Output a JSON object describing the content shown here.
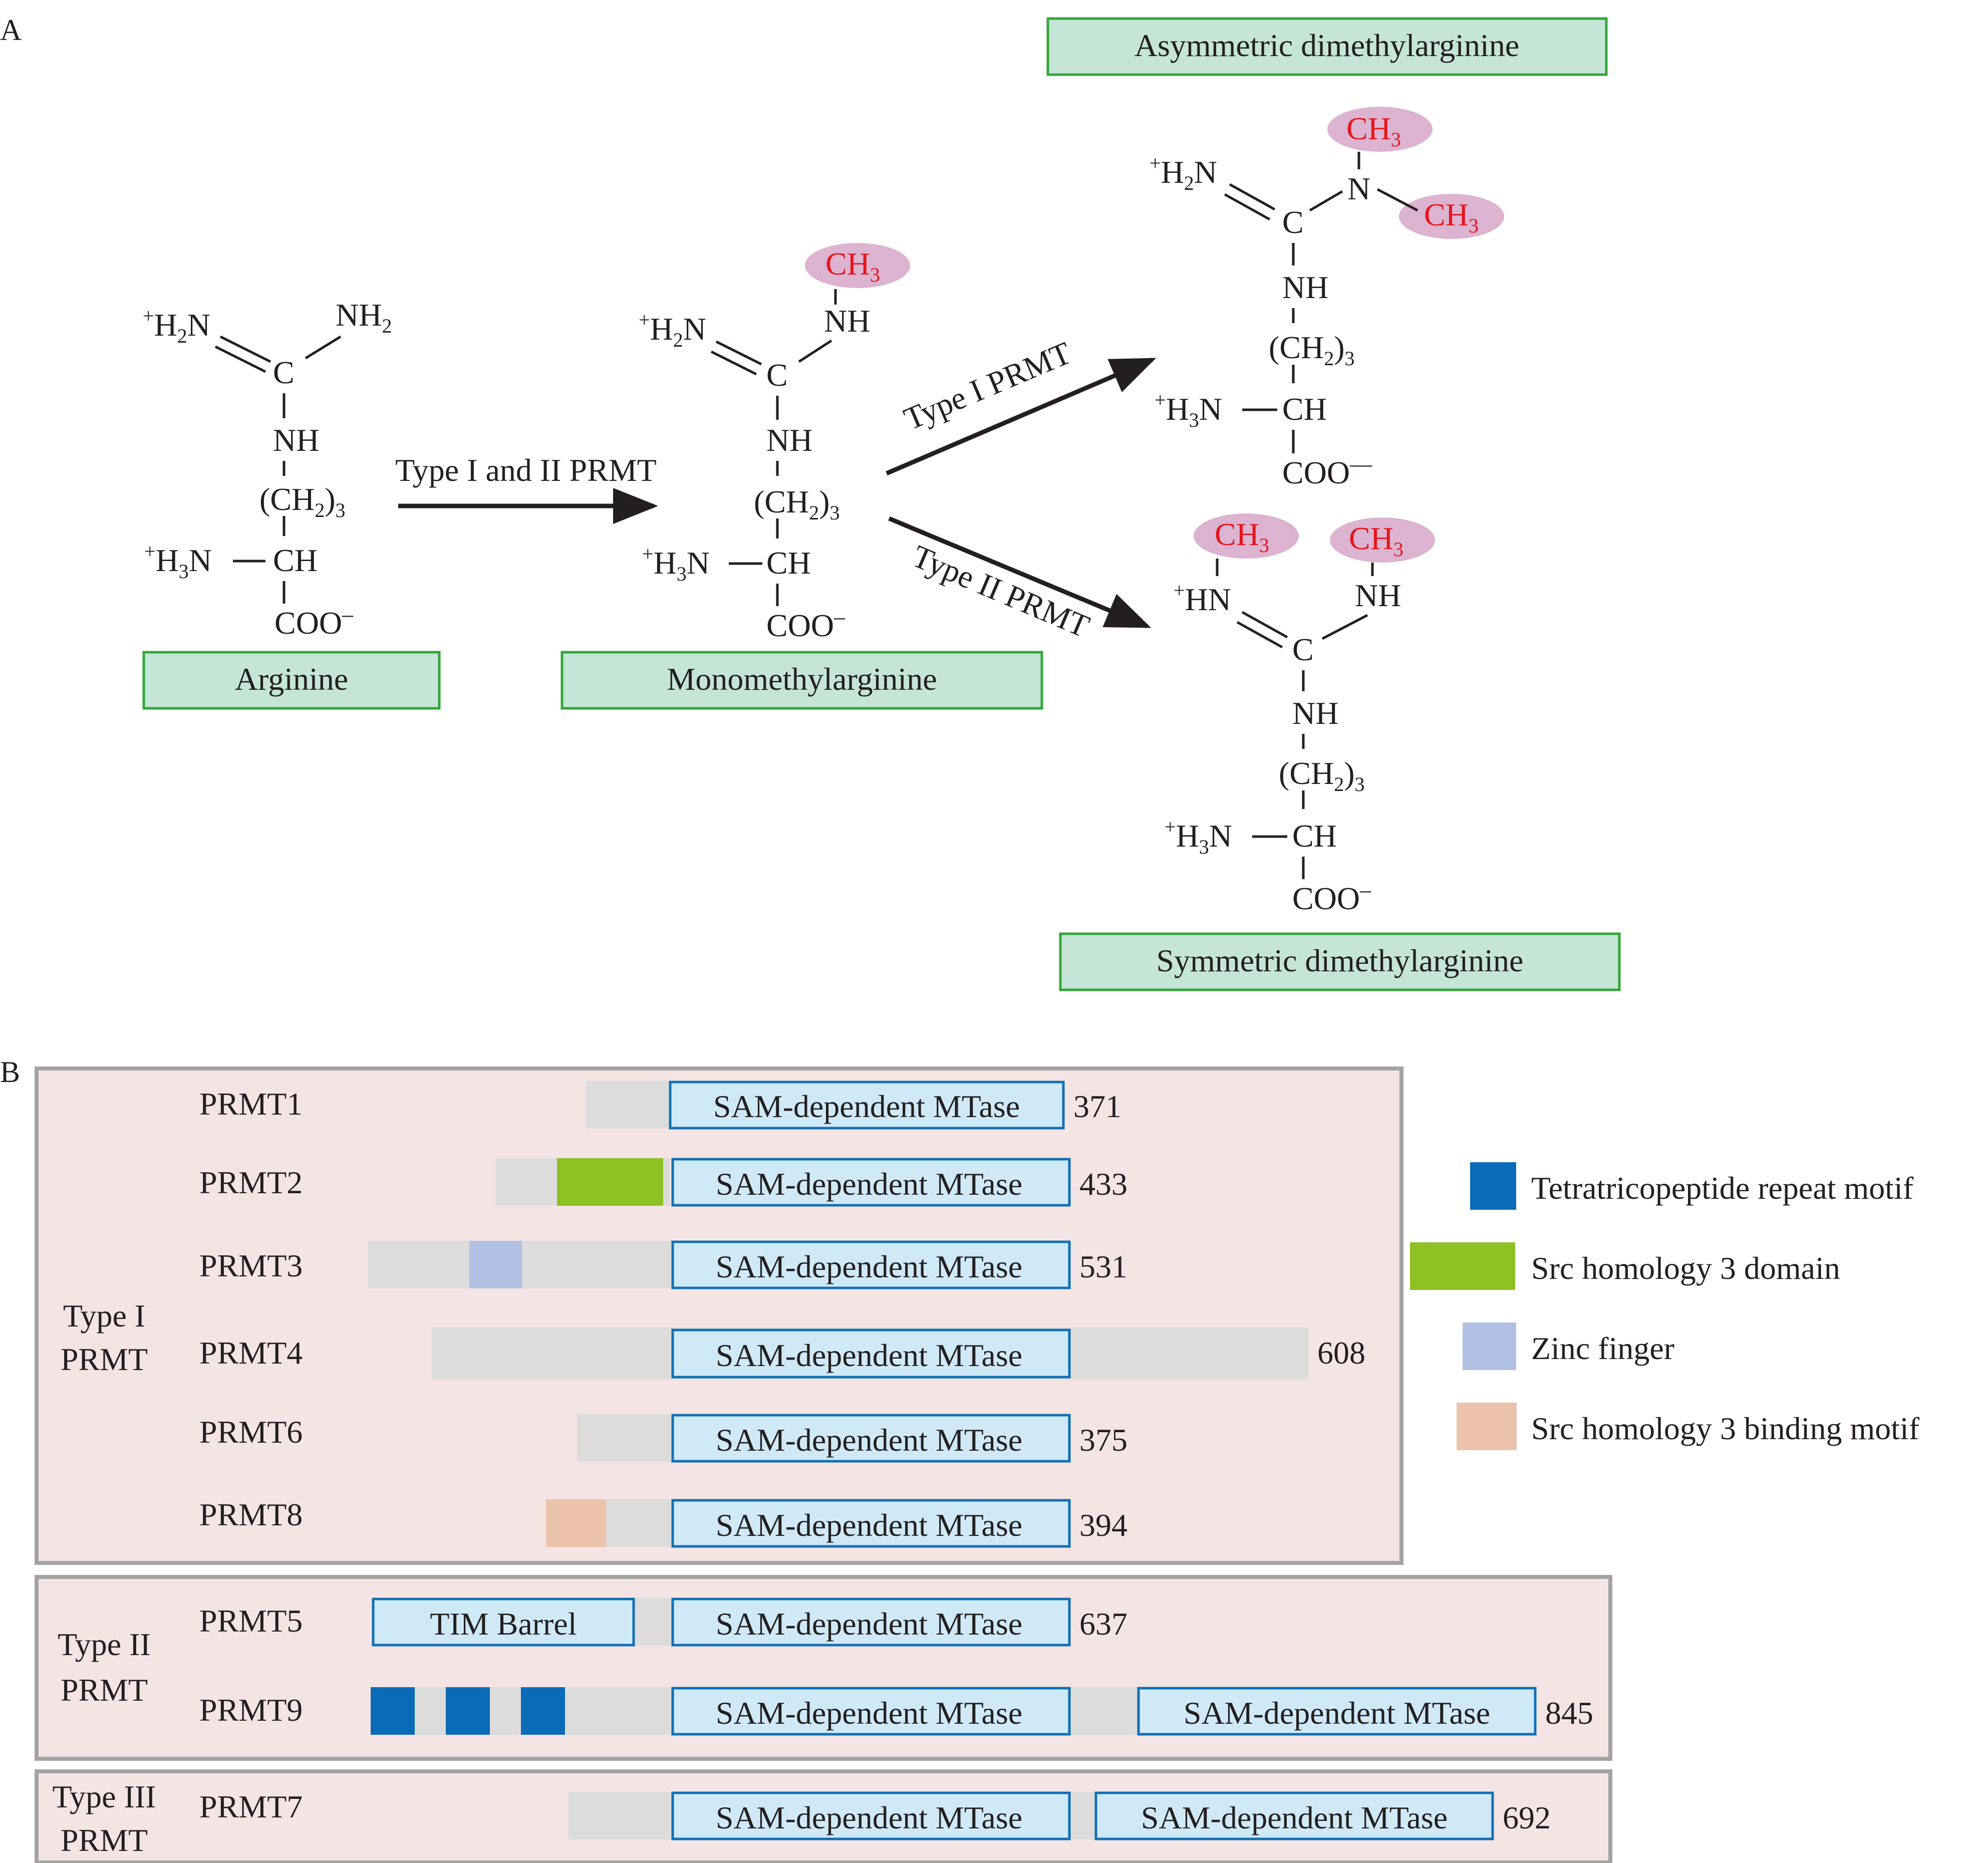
{
  "panel_a": {
    "label": "A",
    "compounds": {
      "arginine": "Arginine",
      "mma": "Monomethylarginine",
      "adma": "Asymmetric dimethylarginine",
      "sdma": "Symmetric dimethylarginine"
    },
    "reactions": {
      "step1": "Type I and II PRMT",
      "type1": "Type I PRMT",
      "type2": "Type II PRMT"
    },
    "atoms": {
      "c": "C",
      "nh": "NH",
      "nh_base": "NH",
      "ch2_base": "(CH",
      "ch": "CH",
      "coo": "COO",
      "h2n_base": "N",
      "h3n_base": "N",
      "hn_base": "HN",
      "n": "N",
      "ch3_base": "CH"
    },
    "charges": {
      "plus": "+",
      "minus": "–",
      "minus_long": "—"
    },
    "subscripts": {
      "two": "2",
      "three": "3"
    },
    "colors": {
      "methyl_text": "#e8141c",
      "methyl_fill": "#dcb3d0",
      "name_box_fill": "#c5e5d6",
      "name_box_border": "#33a637"
    }
  },
  "panel_b": {
    "label": "B",
    "domain_label": "SAM-dependent MTase",
    "tim_label": "TIM Barrel",
    "groups": {
      "type1": [
        "Type I",
        "PRMT"
      ],
      "type2": [
        "Type II",
        "PRMT"
      ],
      "type3": [
        "Type III",
        "PRMT"
      ]
    },
    "proteins": [
      {
        "name": "PRMT1",
        "length": "371"
      },
      {
        "name": "PRMT2",
        "length": "433"
      },
      {
        "name": "PRMT3",
        "length": "531"
      },
      {
        "name": "PRMT4",
        "length": "608"
      },
      {
        "name": "PRMT6",
        "length": "375"
      },
      {
        "name": "PRMT8",
        "length": "394"
      },
      {
        "name": "PRMT5",
        "length": "637"
      },
      {
        "name": "PRMT9",
        "length": "845"
      },
      {
        "name": "PRMT7",
        "length": "692"
      }
    ],
    "legend": [
      {
        "label": "Tetratricopeptide repeat motif",
        "color": "#0a6bb8"
      },
      {
        "label": "Src homology 3 domain",
        "color": "#8dc123"
      },
      {
        "label": "Zinc finger",
        "color": "#b0c1e3"
      },
      {
        "label": "Src homology 3 binding motif",
        "color": "#ebc3ab"
      }
    ],
    "colors": {
      "group_fill": "#f4e4e3",
      "group_border": "#a3a3a3",
      "backbone": "#dcdcdc",
      "domain_fill": "#cfe9f7",
      "domain_border": "#1070b5"
    }
  }
}
